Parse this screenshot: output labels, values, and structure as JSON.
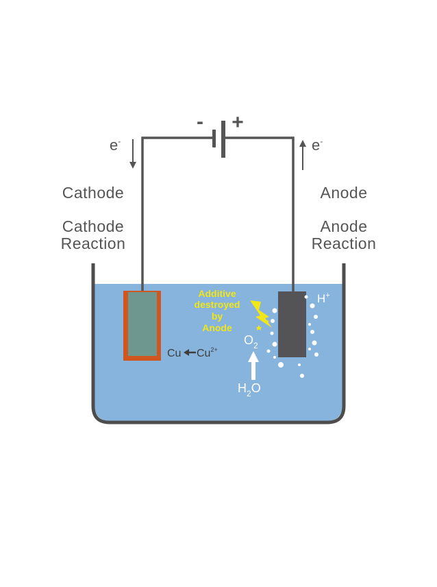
{
  "labels": {
    "cathode": "Cathode",
    "cathode_reaction_1": "Cathode",
    "cathode_reaction_2": "Reaction",
    "anode": "Anode",
    "anode_reaction_1": "Anode",
    "anode_reaction_2": "Reaction",
    "electron_left": "e",
    "electron_left_sup": "-",
    "electron_right": "e",
    "electron_right_sup": "-",
    "battery_minus": "-",
    "battery_plus": "+",
    "additive_1": "Additive",
    "additive_2": "destroyed",
    "additive_3": "by",
    "additive_4": "Anode",
    "hydrogen": "H",
    "hydrogen_sup": "+",
    "oxygen": "O",
    "oxygen_sub": "2",
    "water_h": "H",
    "water_sub": "2",
    "water_o": "O",
    "copper": "Cu",
    "copper_ion": "Cu",
    "copper_ion_sup": "2+"
  },
  "colors": {
    "electrolyte": "#86b4dc",
    "tank": "#4d4d4d",
    "wire": "#555555",
    "cathode_fill": "#6e9790",
    "cathode_border": "#d0561f",
    "anode_fill": "#545355",
    "additive_text": "#f2e619",
    "bubbles": "#ffffff"
  },
  "icons": {
    "lightning": "lightning-bolt-icon",
    "arrow_down": "arrow-down-icon",
    "arrow_up": "arrow-up-icon"
  }
}
